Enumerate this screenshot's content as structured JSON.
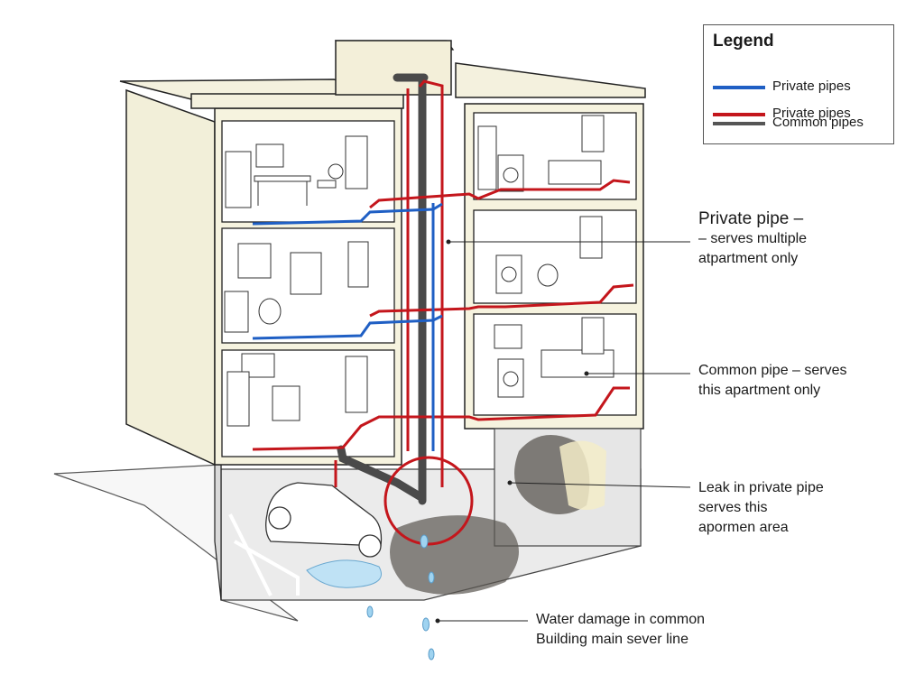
{
  "legend": {
    "title": "Legend",
    "items": [
      {
        "label": "Private pipes",
        "color": "#1f5fc4"
      },
      {
        "label": "Private pipes",
        "color": "#c4161c"
      },
      {
        "label": "Common pipes",
        "color": "#555555"
      }
    ]
  },
  "callouts": {
    "private_pipe": {
      "title": "Private pipe –",
      "line1": "– serves multiple",
      "line2": "atpartment only"
    },
    "common_pipe": {
      "line1": "Common pipe – serves",
      "line2": "this apartment only"
    },
    "leak": {
      "line1": "Leak in private pipe",
      "line2": "serves this",
      "line3": "apormen area"
    },
    "water_damage": {
      "line1": "Water damage in common",
      "line2": "Building main sever line"
    }
  },
  "colors": {
    "private_blue": "#1f5fc4",
    "private_red": "#c4161c",
    "common_gray": "#555555",
    "leak_circle": "#c4161c",
    "wall": "#f6f3df",
    "garage_floor": "#e9e9e9"
  }
}
